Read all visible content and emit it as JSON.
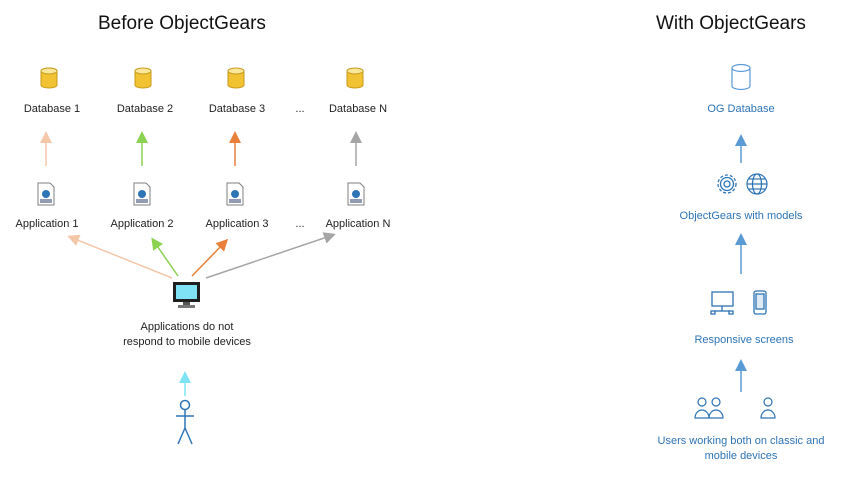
{
  "left": {
    "title": "Before ObjectGears",
    "databases": [
      "Database 1",
      "Database 2",
      "Database 3",
      "Database N"
    ],
    "applications": [
      "Application 1",
      "Application 2",
      "Application 3",
      "Application N"
    ],
    "ellipsis": "...",
    "client_text": "Applications do not respond to mobile devices",
    "arrow_colors": [
      "#f4c7a8",
      "#8bd152",
      "#e8803a",
      "#a5a5a5",
      "#7fe3f5"
    ]
  },
  "right": {
    "title": "With ObjectGears",
    "og_database": "OG Database",
    "og_models": "ObjectGears with models",
    "responsive": "Responsive screens",
    "users_text": "Users working both on classic and mobile devices",
    "accent": "#2e74b5"
  }
}
